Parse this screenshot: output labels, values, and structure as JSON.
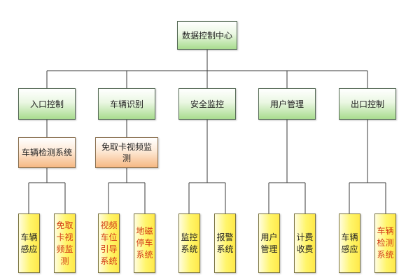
{
  "diagram": {
    "root": "数据控制中心",
    "categories": [
      {
        "label": "入口控制",
        "sub": "车辆检测系统",
        "leaves": [
          {
            "text": "车辆感应",
            "red": false
          },
          {
            "text": "免取卡视频监测",
            "red": true
          }
        ]
      },
      {
        "label": "车辆识别",
        "sub": "免取卡视频监测",
        "leaves": [
          {
            "text": "视频车位引导系统",
            "red": true
          },
          {
            "text": "地磁停车系统",
            "red": true
          }
        ]
      },
      {
        "label": "安全监控",
        "sub": "",
        "leaves": [
          {
            "text": "监控系统",
            "red": false
          },
          {
            "text": "报警系统",
            "red": false
          }
        ]
      },
      {
        "label": "用户管理",
        "sub": "",
        "leaves": [
          {
            "text": "用户管理",
            "red": false
          },
          {
            "text": "计费收费",
            "red": false
          }
        ]
      },
      {
        "label": "出口控制",
        "sub": "",
        "leaves": [
          {
            "text": "车辆感应",
            "red": false
          },
          {
            "text": "车辆检测系统",
            "red": true
          }
        ]
      }
    ]
  },
  "colors": {
    "line": "#3a3a3a",
    "level1_fill": "#a8dc8e",
    "level2_fill": "#f6b883",
    "leaf_fill": "#fff56b",
    "leaf_highlight_text": "#d23a14"
  }
}
